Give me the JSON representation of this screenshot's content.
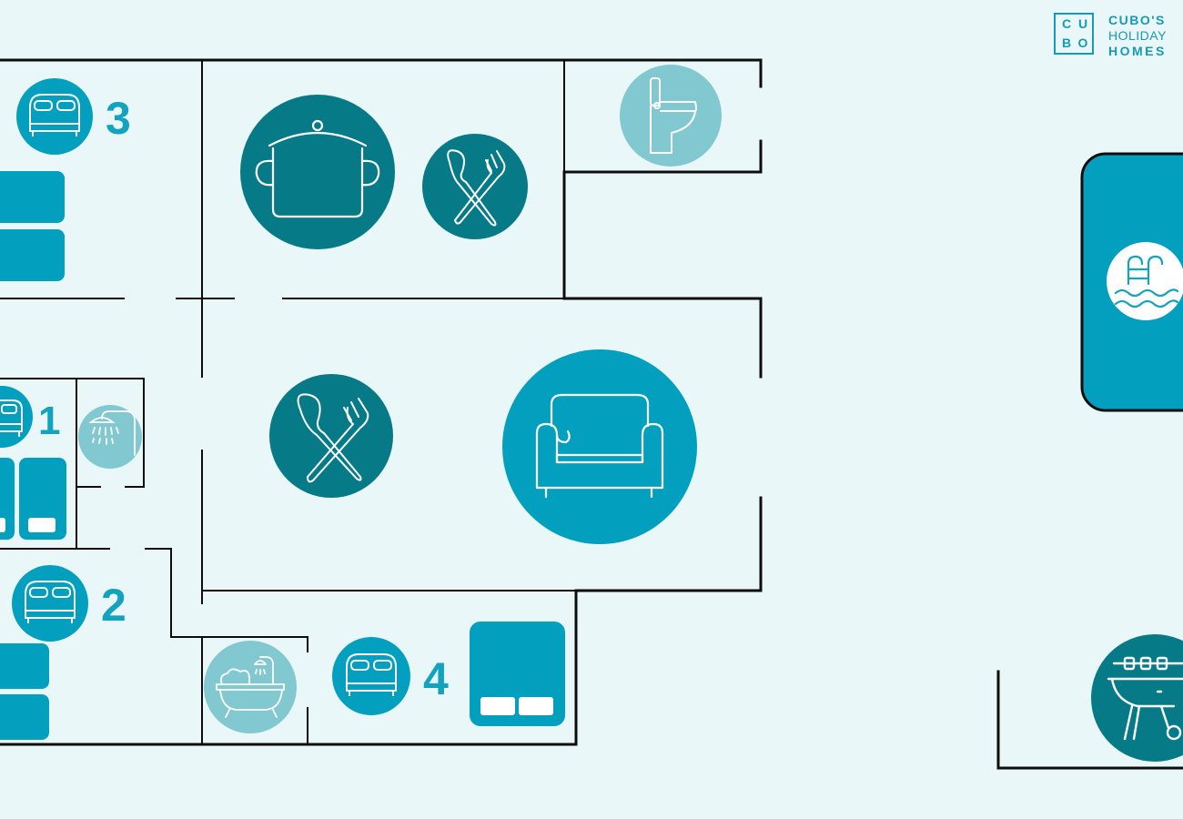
{
  "brand": {
    "letters": [
      "C",
      "U",
      "B",
      "O"
    ],
    "line1": "CUBO'S",
    "line2": "HOLIDAY",
    "line3": "HOMES",
    "color": "#159bb5"
  },
  "rooms": {
    "bedroom_1": {
      "number": "1",
      "icon": "double-bed-icon"
    },
    "bedroom_2": {
      "number": "2",
      "icon": "double-bed-icon"
    },
    "bedroom_3": {
      "number": "3",
      "icon": "double-bed-icon"
    },
    "bedroom_4": {
      "number": "4",
      "icon": "double-bed-icon"
    },
    "kitchen": {
      "icon": "cooking-pot-icon"
    },
    "kitchen_dining": {
      "icon": "cutlery-icon"
    },
    "dining": {
      "icon": "cutlery-icon"
    },
    "living_room": {
      "icon": "sofa-icon"
    },
    "toilet": {
      "icon": "toilet-icon"
    },
    "shower_room": {
      "icon": "shower-icon"
    },
    "bathroom": {
      "icon": "bathtub-icon"
    },
    "pool": {
      "icon": "pool-ladder-icon"
    },
    "barbecue": {
      "icon": "barbecue-grill-icon"
    }
  },
  "colors": {
    "background": "#eaf7f9",
    "wall": "#0d0d0d",
    "primary": "#02a0be",
    "dark": "#067a87",
    "light": "#82c8d0",
    "number": "#13a3bf"
  }
}
